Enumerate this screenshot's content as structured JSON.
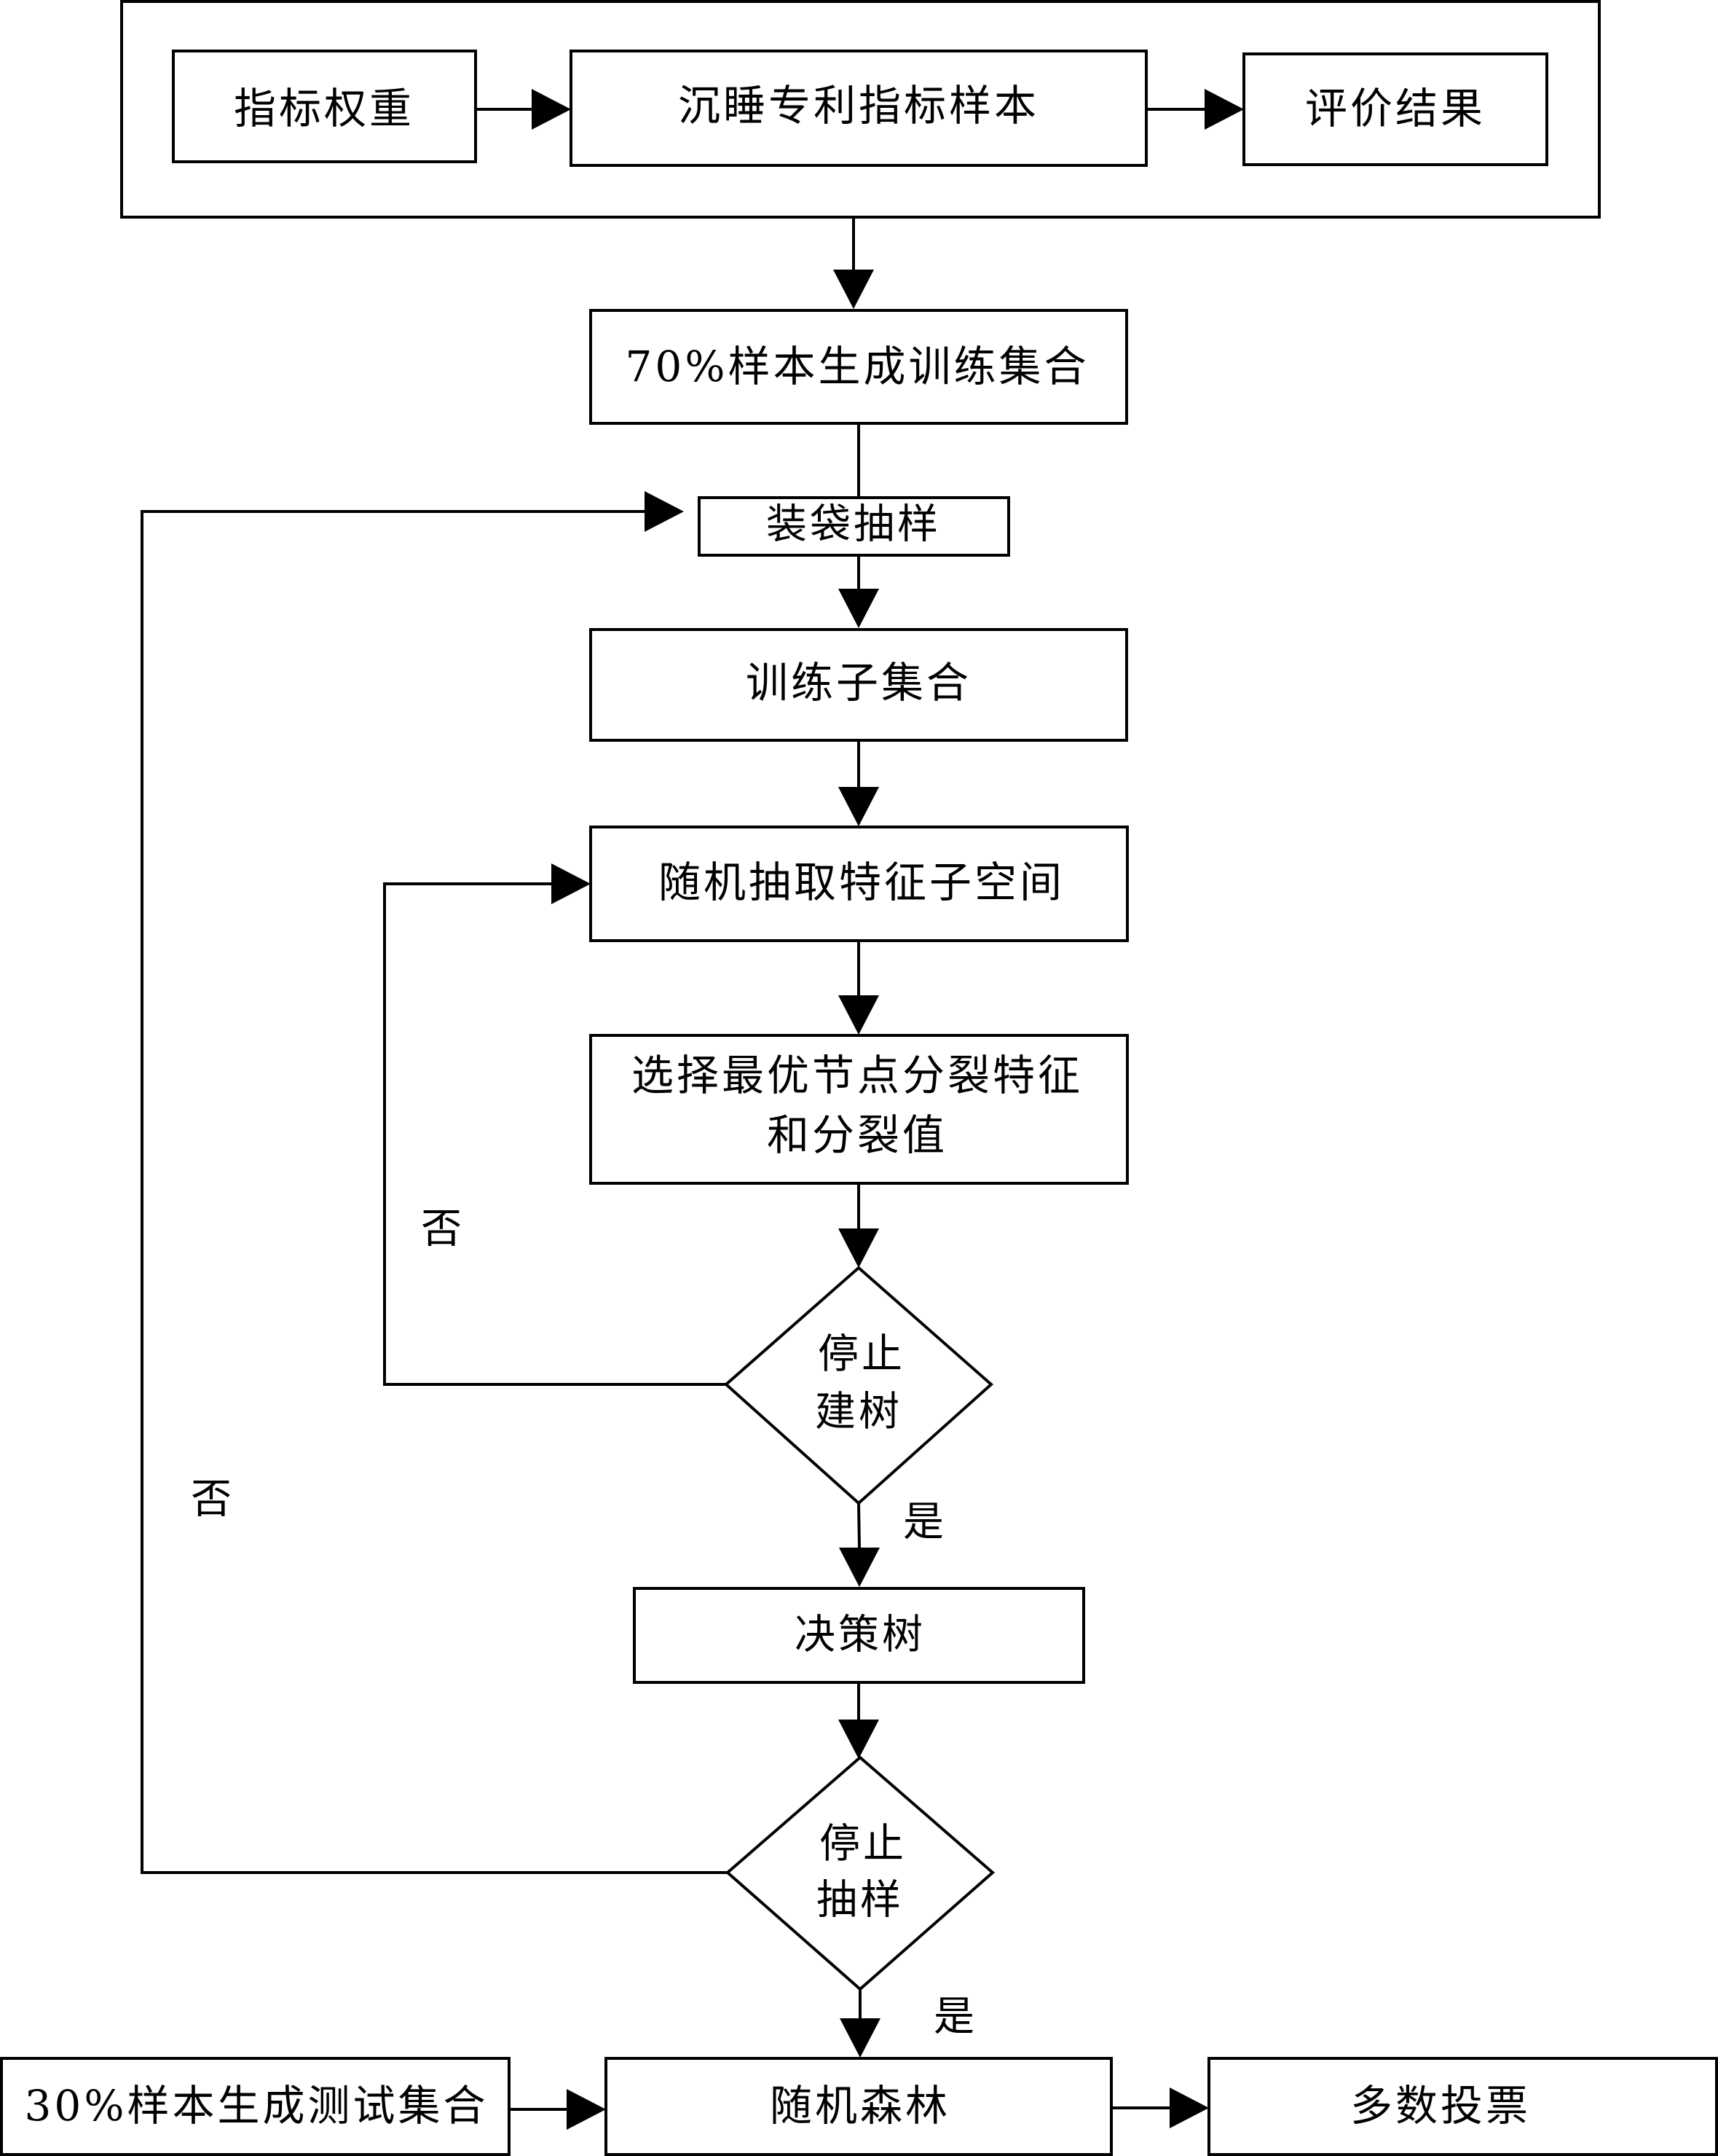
{
  "nodes": {
    "index_weight": "指标权重",
    "dormant_samples": "沉睡专利指标样本",
    "eval_result": "评价结果",
    "train_set": "70%样本生成训练集合",
    "bagging": "装袋抽样",
    "train_subset": "训练子集合",
    "random_feature": "随机抽取特征子空间",
    "best_split_line1": "选择最优节点分裂特征",
    "best_split_line2": "和分裂值",
    "stop_build_line1": "停止",
    "stop_build_line2": "建树",
    "decision_tree": "决策树",
    "stop_sample_line1": "停止",
    "stop_sample_line2": "抽样",
    "test_set": "30%样本生成测试集合",
    "random_forest": "随机森林",
    "majority_vote": "多数投票"
  },
  "edge_labels": {
    "no_inner": "否",
    "no_outer": "否",
    "yes_build": "是",
    "yes_sample": "是"
  },
  "colors": {
    "stroke": "#000000",
    "background": "#ffffff"
  }
}
